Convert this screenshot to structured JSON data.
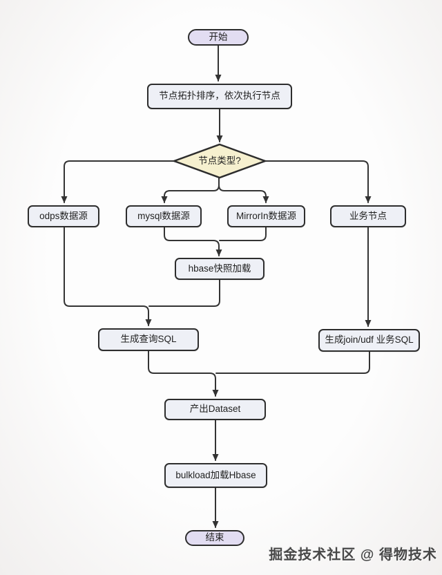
{
  "page": {
    "watermark": "掘金技术社区 @ 得物技术"
  },
  "colors": {
    "background": "#fdfdfd",
    "box_fill": "#eef0f6",
    "pill_fill": "#e2ddf2",
    "diamond_fill": "#f6f0cf",
    "border": "#2d2d2d",
    "line": "#333333",
    "text": "#1f1f1f"
  },
  "flowchart": {
    "nodes": {
      "start": {
        "label": "开始",
        "type": "terminal"
      },
      "topo": {
        "label": "节点拓扑排序，依次执行节点",
        "type": "process"
      },
      "node_type": {
        "label": "节点类型?",
        "type": "decision"
      },
      "odps": {
        "label": "odps数据源",
        "type": "process"
      },
      "mysql": {
        "label": "mysql数据源",
        "type": "process"
      },
      "mirrorin": {
        "label": "MirrorIn数据源",
        "type": "process"
      },
      "biz": {
        "label": "业务节点",
        "type": "process"
      },
      "hbase_snapshot": {
        "label": "hbase快照加载",
        "type": "process"
      },
      "gen_query_sql": {
        "label": "生成查询SQL",
        "type": "process"
      },
      "gen_join_sql": {
        "label": "生成join/udf 业务SQL",
        "type": "process"
      },
      "dataset": {
        "label": "产出Dataset",
        "type": "process"
      },
      "bulkload": {
        "label": "bulkload加载Hbase",
        "type": "process"
      },
      "end": {
        "label": "结束",
        "type": "terminal"
      }
    },
    "edges": [
      {
        "from": "start",
        "to": "topo"
      },
      {
        "from": "topo",
        "to": "node_type"
      },
      {
        "from": "node_type",
        "to": "odps"
      },
      {
        "from": "node_type",
        "to": "mysql"
      },
      {
        "from": "node_type",
        "to": "mirrorin"
      },
      {
        "from": "node_type",
        "to": "biz"
      },
      {
        "from": "mysql",
        "to": "hbase_snapshot"
      },
      {
        "from": "mirrorin",
        "to": "hbase_snapshot"
      },
      {
        "from": "odps",
        "to": "gen_query_sql"
      },
      {
        "from": "hbase_snapshot",
        "to": "gen_query_sql"
      },
      {
        "from": "biz",
        "to": "gen_join_sql"
      },
      {
        "from": "gen_query_sql",
        "to": "dataset"
      },
      {
        "from": "gen_join_sql",
        "to": "dataset"
      },
      {
        "from": "dataset",
        "to": "bulkload"
      },
      {
        "from": "bulkload",
        "to": "end"
      }
    ]
  }
}
